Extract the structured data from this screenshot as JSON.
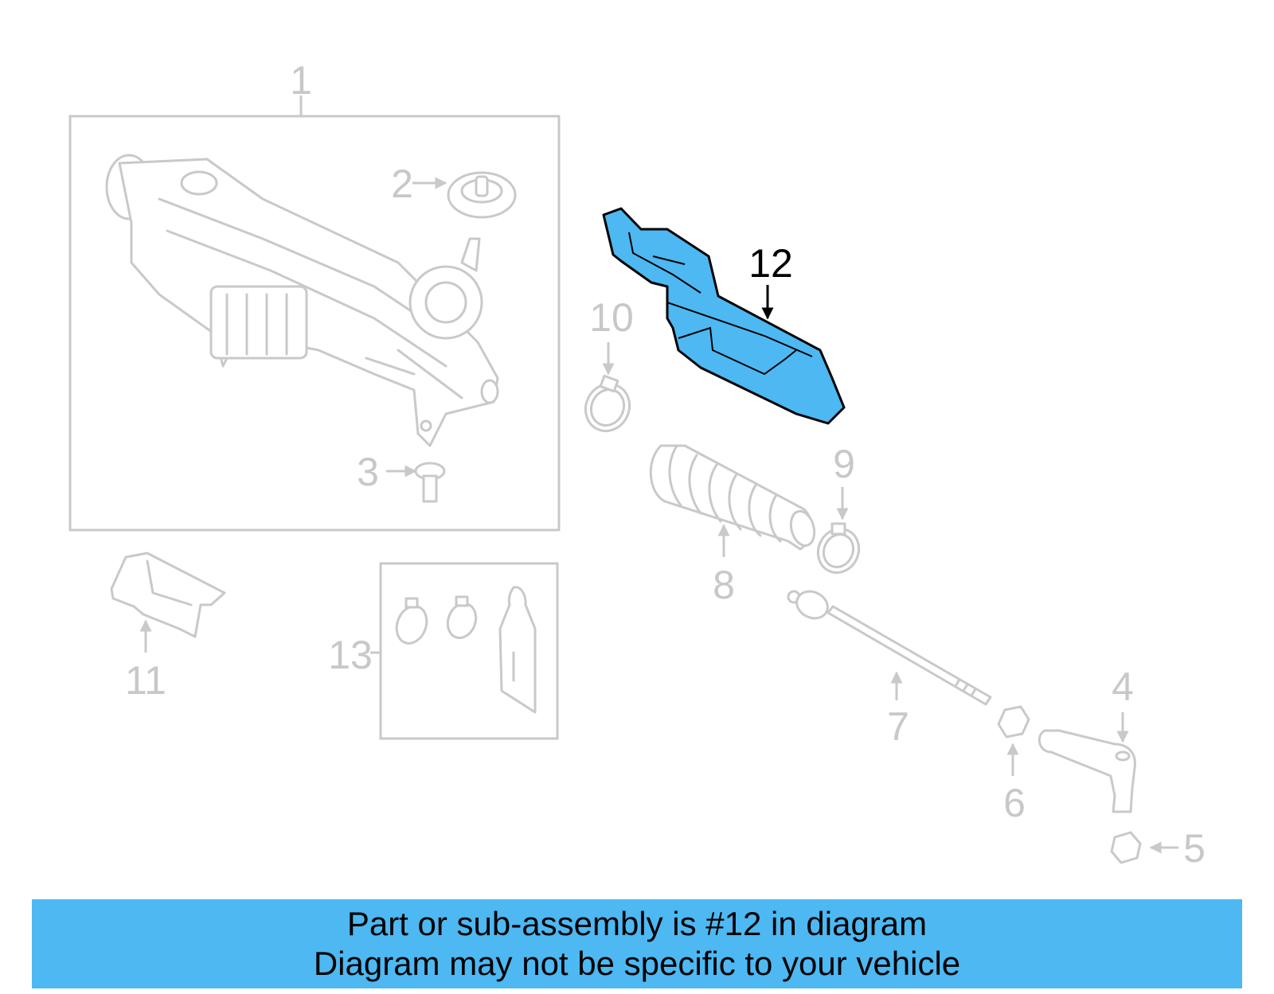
{
  "callouts": {
    "c1": "1",
    "c2": "2",
    "c3": "3",
    "c4": "4",
    "c5": "5",
    "c6": "6",
    "c7": "7",
    "c8": "8",
    "c9": "9",
    "c10": "10",
    "c11": "11",
    "c12": "12",
    "c13": "13"
  },
  "highlighted_part": "12",
  "colors": {
    "highlight": "#4db8f2",
    "ghost": "#c9c9c9",
    "banner": "#4db8f2"
  },
  "banner": {
    "line1": "Part or sub-assembly is #12 in diagram",
    "line2": "Diagram may not be specific to your vehicle"
  }
}
